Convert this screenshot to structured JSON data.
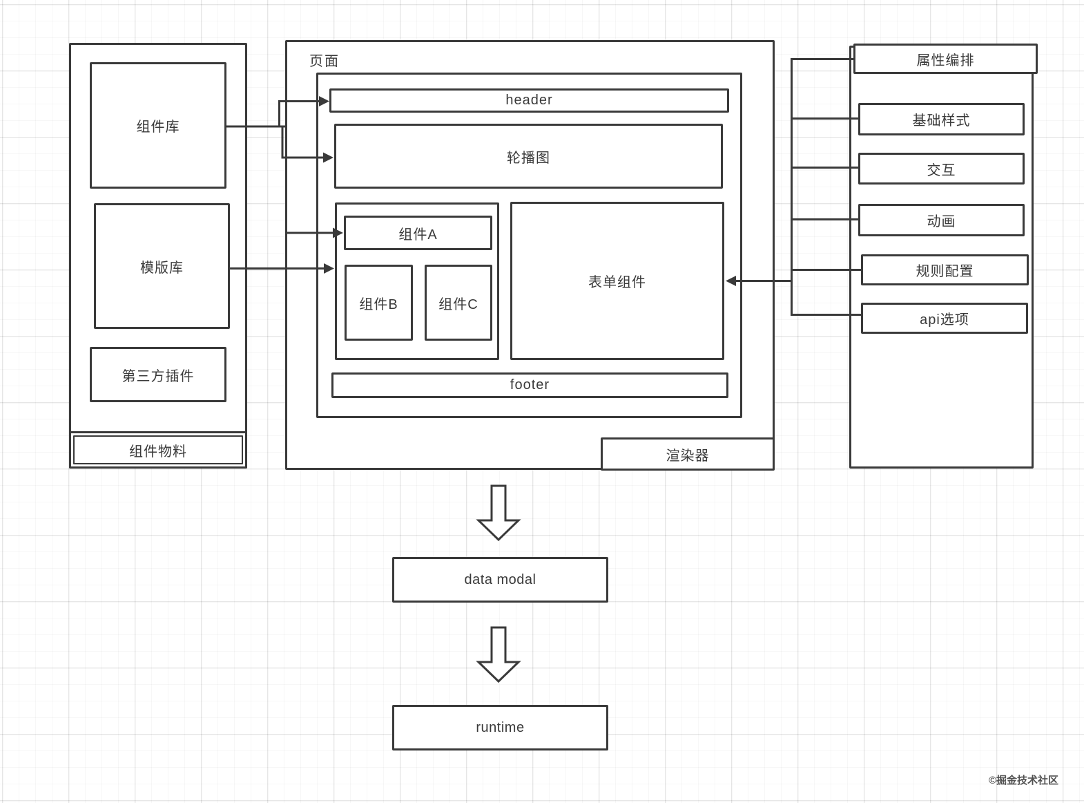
{
  "colors": {
    "stroke": "#3a3a3a",
    "text": "#3a3a3a",
    "background": "#ffffff",
    "grid_minor": "#f4f4f4",
    "grid_major": "#e9e9e9"
  },
  "materials_panel": {
    "caption": "组件物料",
    "items": [
      "组件库",
      "模版库",
      "第三方插件"
    ]
  },
  "renderer_panel": {
    "page_label": "页面",
    "renderer_caption": "渲染器",
    "header": "header",
    "carousel": "轮播图",
    "component_a": "组件A",
    "component_b": "组件B",
    "component_c": "组件C",
    "form": "表单组件",
    "footer": "footer"
  },
  "props_panel": {
    "title": "属性编排",
    "items": [
      "基础样式",
      "交互",
      "动画",
      "规则配置",
      "api选项"
    ]
  },
  "flow": {
    "data_modal": "data modal",
    "runtime": "runtime"
  },
  "watermark": "©掘金技术社区"
}
